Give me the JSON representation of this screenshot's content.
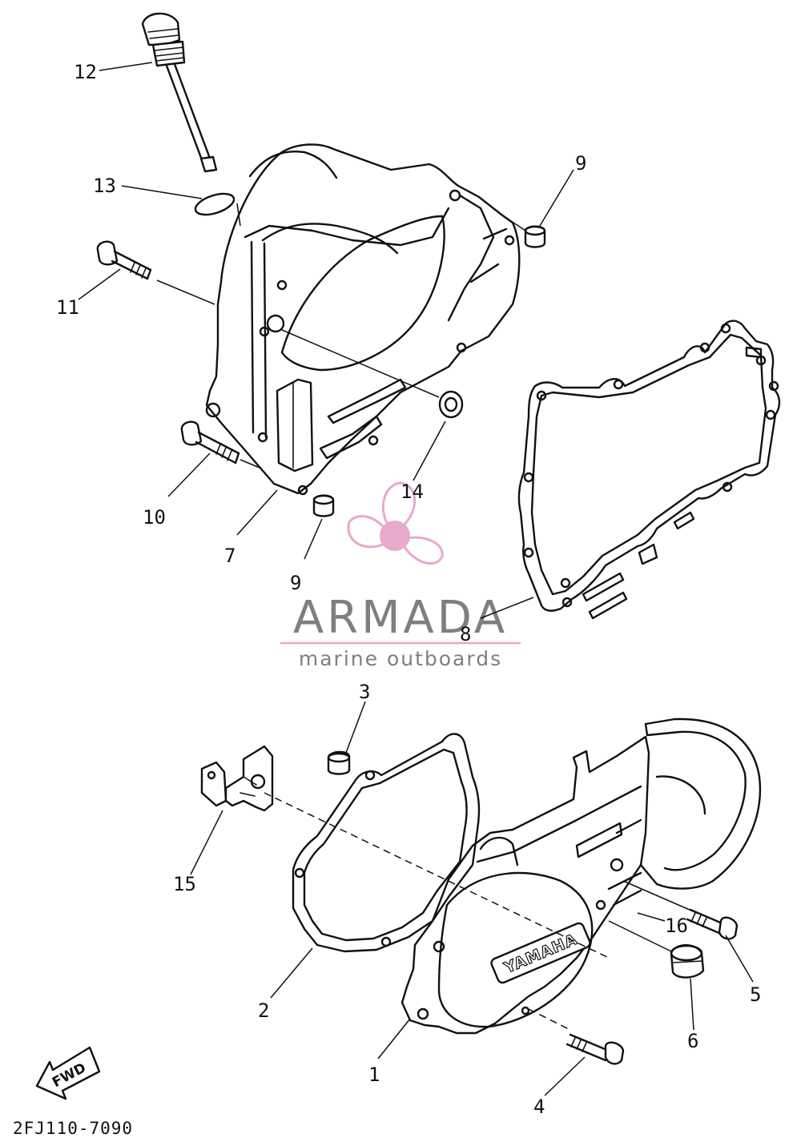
{
  "diagram_code": "2FJ110-7090",
  "direction_label": "FWD",
  "cover_emblem": "YAMAHA",
  "watermark": {
    "brand": "ARMADA",
    "tagline": "marine outboards",
    "brand_color": "#7f7f7f",
    "accent_color": "#e7a9cc"
  },
  "callouts": {
    "c1": "1",
    "c2": "2",
    "c3": "3",
    "c4": "4",
    "c5": "5",
    "c6": "6",
    "c7": "7",
    "c8": "8",
    "c9a": "9",
    "c9b": "9",
    "c10": "10",
    "c11": "11",
    "c12": "12",
    "c13": "13",
    "c14": "14",
    "c15": "15",
    "c16": "16"
  }
}
